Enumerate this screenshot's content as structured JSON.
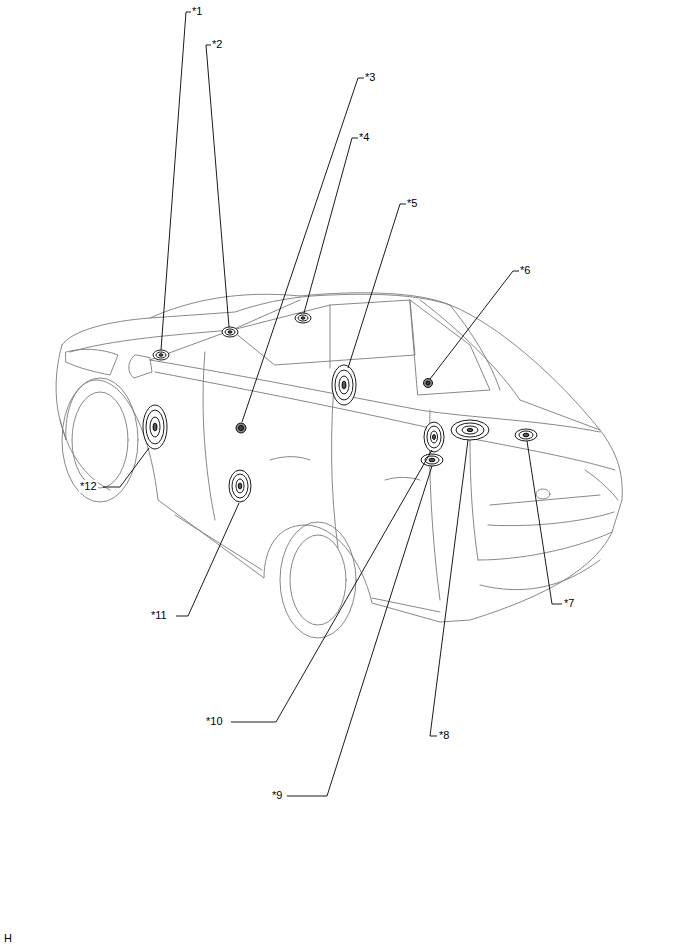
{
  "diagram": {
    "labels": [
      "*1",
      "*2",
      "*3",
      "*4",
      "*5",
      "*6",
      "*7",
      "*8",
      "*9",
      "*10",
      "*11",
      "*12",
      "H"
    ]
  }
}
